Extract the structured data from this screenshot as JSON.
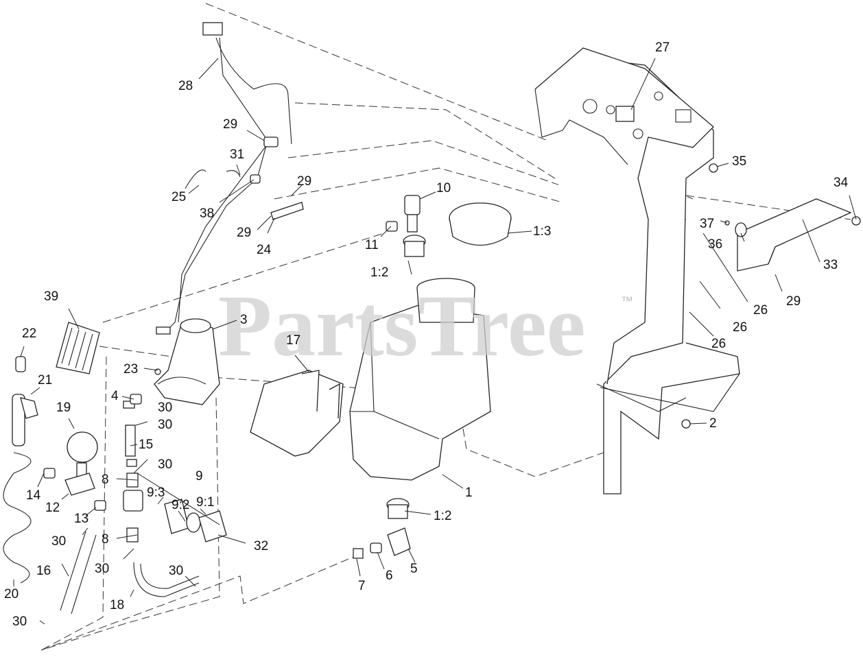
{
  "watermark": {
    "text": "PartsTree",
    "mark": "™"
  },
  "callouts": [
    "1",
    "1:2",
    "1:2",
    "1:3",
    "2",
    "3",
    "4",
    "5",
    "6",
    "7",
    "8",
    "8",
    "9",
    "9:1",
    "9:2",
    "9:3",
    "10",
    "11",
    "12",
    "13",
    "14",
    "15",
    "16",
    "17",
    "18",
    "19",
    "20",
    "21",
    "22",
    "23",
    "24",
    "25",
    "26",
    "26",
    "26",
    "27",
    "28",
    "29",
    "29",
    "29",
    "29",
    "30",
    "30",
    "30",
    "30",
    "30",
    "30",
    "30",
    "31",
    "32",
    "33",
    "34",
    "35",
    "36",
    "37",
    "38",
    "39"
  ],
  "colors": {
    "line": "#222222",
    "watermark": "#cfcfcf",
    "background": "#ffffff"
  }
}
